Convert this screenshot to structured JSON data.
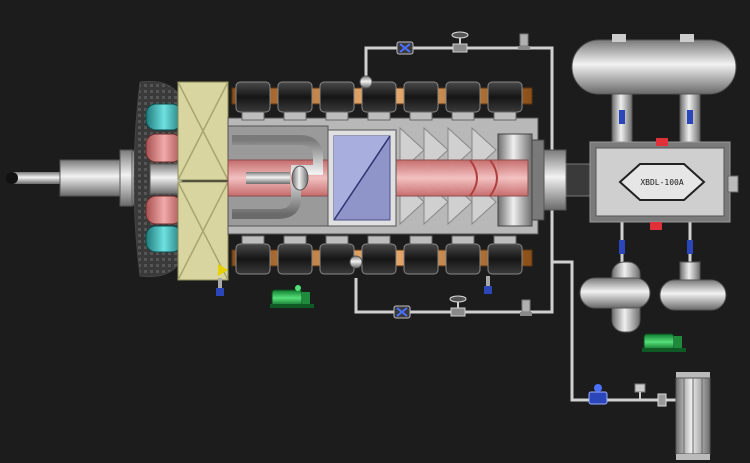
{
  "screen": {
    "background": "#1c1c1c"
  },
  "compressor": {
    "unit_label": "XBDL-100A"
  },
  "colors": {
    "pipe": "#cfcfcf",
    "steel_light": "#e6e6e6",
    "steel_dark": "#6e6e6e",
    "cylinder_head": "#2b2b2b",
    "copper_band": "#c87b2f",
    "yellow_block": "#d8d5a0",
    "teal": "#3ab1b1",
    "salmon": "#d98a8a",
    "piston_glass": "#e89090",
    "crosshead_blue": "#8f94c9",
    "motor_green": "#22a84a",
    "valve_blue": "#2a46b8",
    "alarm_red": "#e0303a"
  },
  "icons": {
    "valve": "gate-valve-icon",
    "motor": "motor-pump-icon",
    "gauge": "pressure-gauge-icon",
    "alarm": "alarm-indicator-icon"
  },
  "cylinders": {
    "top_count": 7,
    "bottom_count": 7
  }
}
